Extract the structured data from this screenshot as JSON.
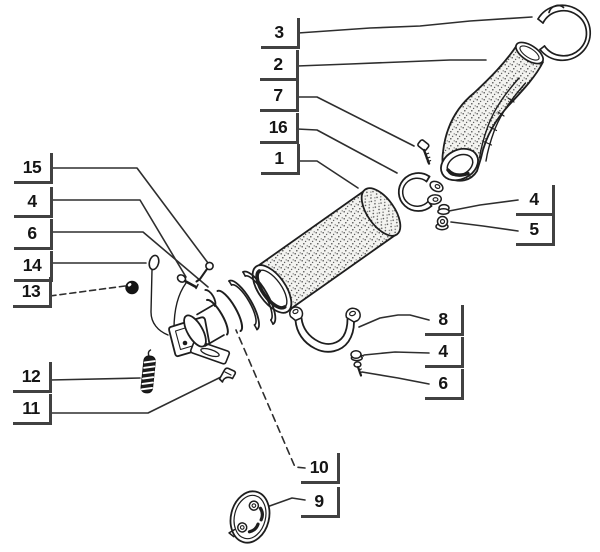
{
  "figure": {
    "kind": "exploded-parts-diagram",
    "background": "#ffffff",
    "line_color": "#1e1e1e",
    "label_color": "#151515",
    "bracket_color": "#414141"
  },
  "callouts": [
    {
      "text": "3"
    },
    {
      "text": "2"
    },
    {
      "text": "7"
    },
    {
      "text": "16"
    },
    {
      "text": "1"
    },
    {
      "text": "15"
    },
    {
      "text": "4"
    },
    {
      "text": "6"
    },
    {
      "text": "14"
    },
    {
      "text": "13"
    },
    {
      "text": "12"
    },
    {
      "text": "11"
    },
    {
      "text": "8"
    },
    {
      "text": "4"
    },
    {
      "text": "6"
    },
    {
      "text": "4"
    },
    {
      "text": "5"
    },
    {
      "text": "10"
    },
    {
      "text": "9"
    }
  ],
  "parts": [
    {
      "callout": "1",
      "name": "straight-exhaust-pipe"
    },
    {
      "callout": "2",
      "name": "curved-elbow-pipe"
    },
    {
      "callout": "3",
      "name": "open-clip-ring"
    },
    {
      "callout": "4",
      "name": "stud-and-nut"
    },
    {
      "callout": "5",
      "name": "dome-nut"
    },
    {
      "callout": "6",
      "name": "small-screw"
    },
    {
      "callout": "7",
      "name": "hex-screw"
    },
    {
      "callout": "8",
      "name": "support-strap"
    },
    {
      "callout": "9",
      "name": "oval-gasket-flange"
    },
    {
      "callout": "10",
      "name": "silencer-assembly"
    },
    {
      "callout": "11",
      "name": "retaining-clip"
    },
    {
      "callout": "12",
      "name": "coil-spring"
    },
    {
      "callout": "13",
      "name": "ball"
    },
    {
      "callout": "14",
      "name": "hook-pin-ring"
    },
    {
      "callout": "15",
      "name": "pin"
    },
    {
      "callout": "16",
      "name": "exhaust-clamp"
    }
  ]
}
